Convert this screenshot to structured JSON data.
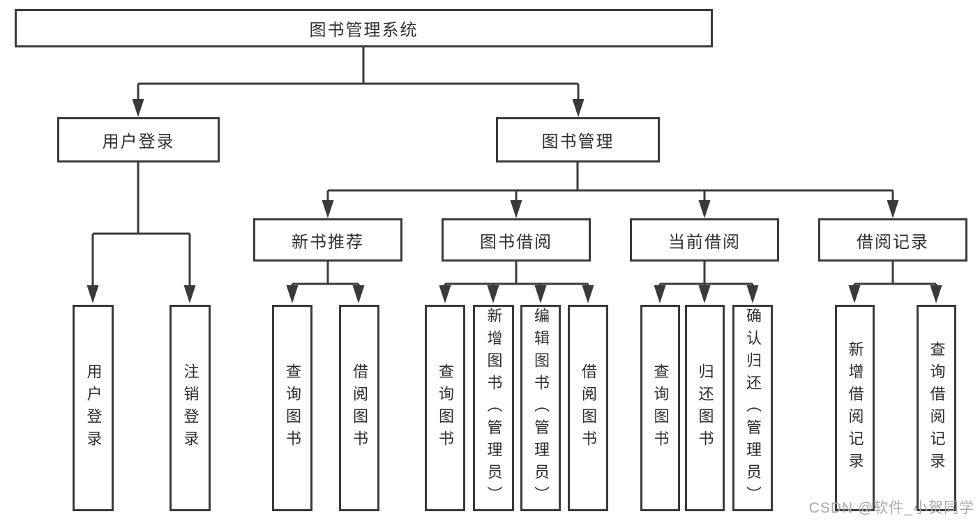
{
  "diagram": {
    "root": {
      "label": "图书管理系统"
    },
    "user_login": {
      "label": "用户登录",
      "children": {
        "login": "用户登录",
        "logout": "注销登录"
      }
    },
    "book_mgmt": {
      "label": "图书管理"
    },
    "new_book_rec": {
      "label": "新书推荐",
      "children": {
        "query": "查询图书",
        "borrow": "借阅图书"
      }
    },
    "book_borrow": {
      "label": "图书借阅",
      "children": {
        "query": "查询图书",
        "add": "新增图书（管理员）",
        "edit": "编辑图书（管理员）",
        "borrow": "借阅图书"
      }
    },
    "current_borrow": {
      "label": "当前借阅",
      "children": {
        "query": "查询图书",
        "return": "归还图书",
        "confirm": "确认归还（管理员）"
      }
    },
    "borrow_records": {
      "label": "借阅记录",
      "children": {
        "add": "新增借阅记录",
        "query": "查询借阅记录"
      }
    }
  },
  "watermark": {
    "text": "CSDN @软件_小贺同学"
  },
  "colors": {
    "line": "#3a3a3a",
    "text": "#2f2f2f",
    "background": "#ffffff",
    "watermark": "#a9a9a9"
  }
}
